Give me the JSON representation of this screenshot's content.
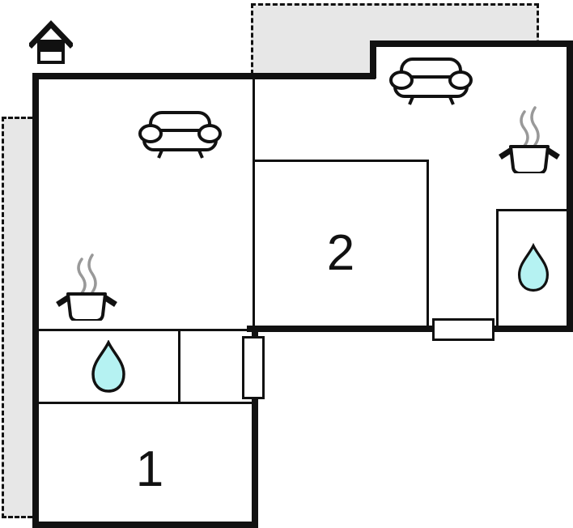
{
  "plan": {
    "type": "apartment-floor-plan",
    "rooms": [
      {
        "label": "1"
      },
      {
        "label": "2"
      }
    ],
    "colors": {
      "wall": "#111111",
      "adjacent_area_fill": "#e7e7e7",
      "water_drop_fill": "#b5f2f2",
      "steam": "#999999",
      "background": "#ffffff"
    },
    "icon_names": [
      "house-icon",
      "sofa-icon",
      "cooking-pot-icon",
      "water-drop-icon"
    ]
  }
}
